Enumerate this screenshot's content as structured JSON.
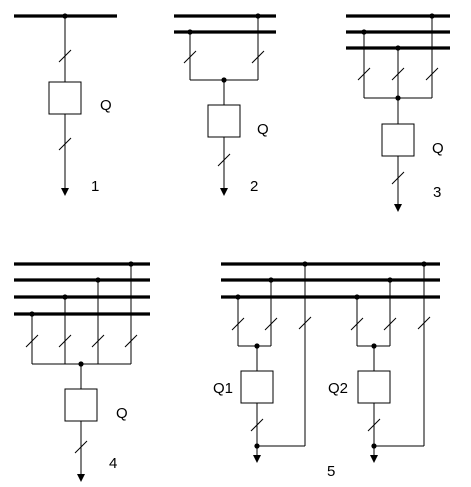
{
  "colors": {
    "line": "#000000",
    "background": "#ffffff"
  },
  "schemes": [
    {
      "number": "1",
      "device_labels": [
        "Q"
      ]
    },
    {
      "number": "2",
      "device_labels": [
        "Q"
      ]
    },
    {
      "number": "3",
      "device_labels": [
        "Q"
      ]
    },
    {
      "number": "4",
      "device_labels": [
        "Q"
      ]
    },
    {
      "number": "5",
      "device_labels": [
        "Q1",
        "Q2"
      ]
    }
  ]
}
